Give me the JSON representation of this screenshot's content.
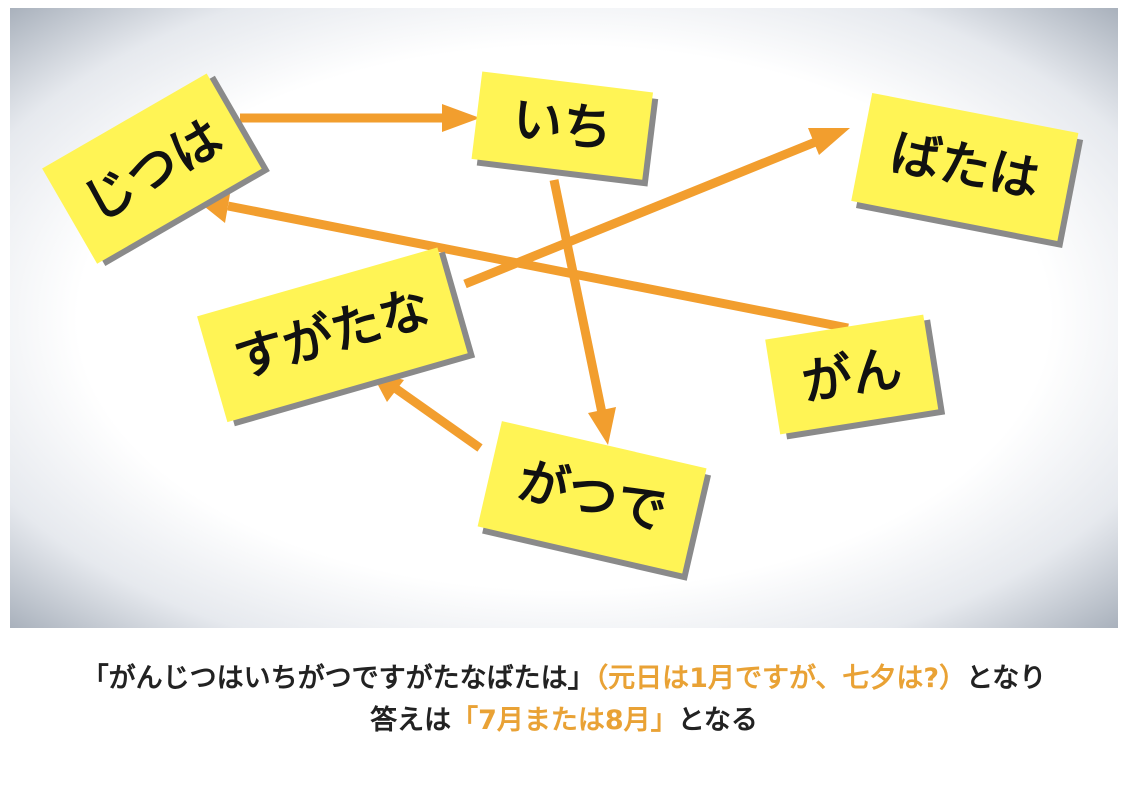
{
  "cards": [
    {
      "id": "jitsuha",
      "text": "じつは"
    },
    {
      "id": "ichi",
      "text": "いち"
    },
    {
      "id": "batawa",
      "text": "ばたは"
    },
    {
      "id": "sugatana",
      "text": "すがたな"
    },
    {
      "id": "gan",
      "text": "がん"
    },
    {
      "id": "gatsude",
      "text": "がつで"
    }
  ],
  "caption": {
    "line1_prefix": "「がんじつはいちがつですがたなばたは」",
    "line1_highlight": "（元日は1月ですが、七夕は?）",
    "line1_suffix": "となり",
    "line2_prefix": "答えは",
    "line2_highlight": "「7月または8月」",
    "line2_suffix": "となる"
  },
  "colors": {
    "card": "#fff455",
    "arrow": "#f29e2e",
    "highlight": "#e9a235"
  }
}
